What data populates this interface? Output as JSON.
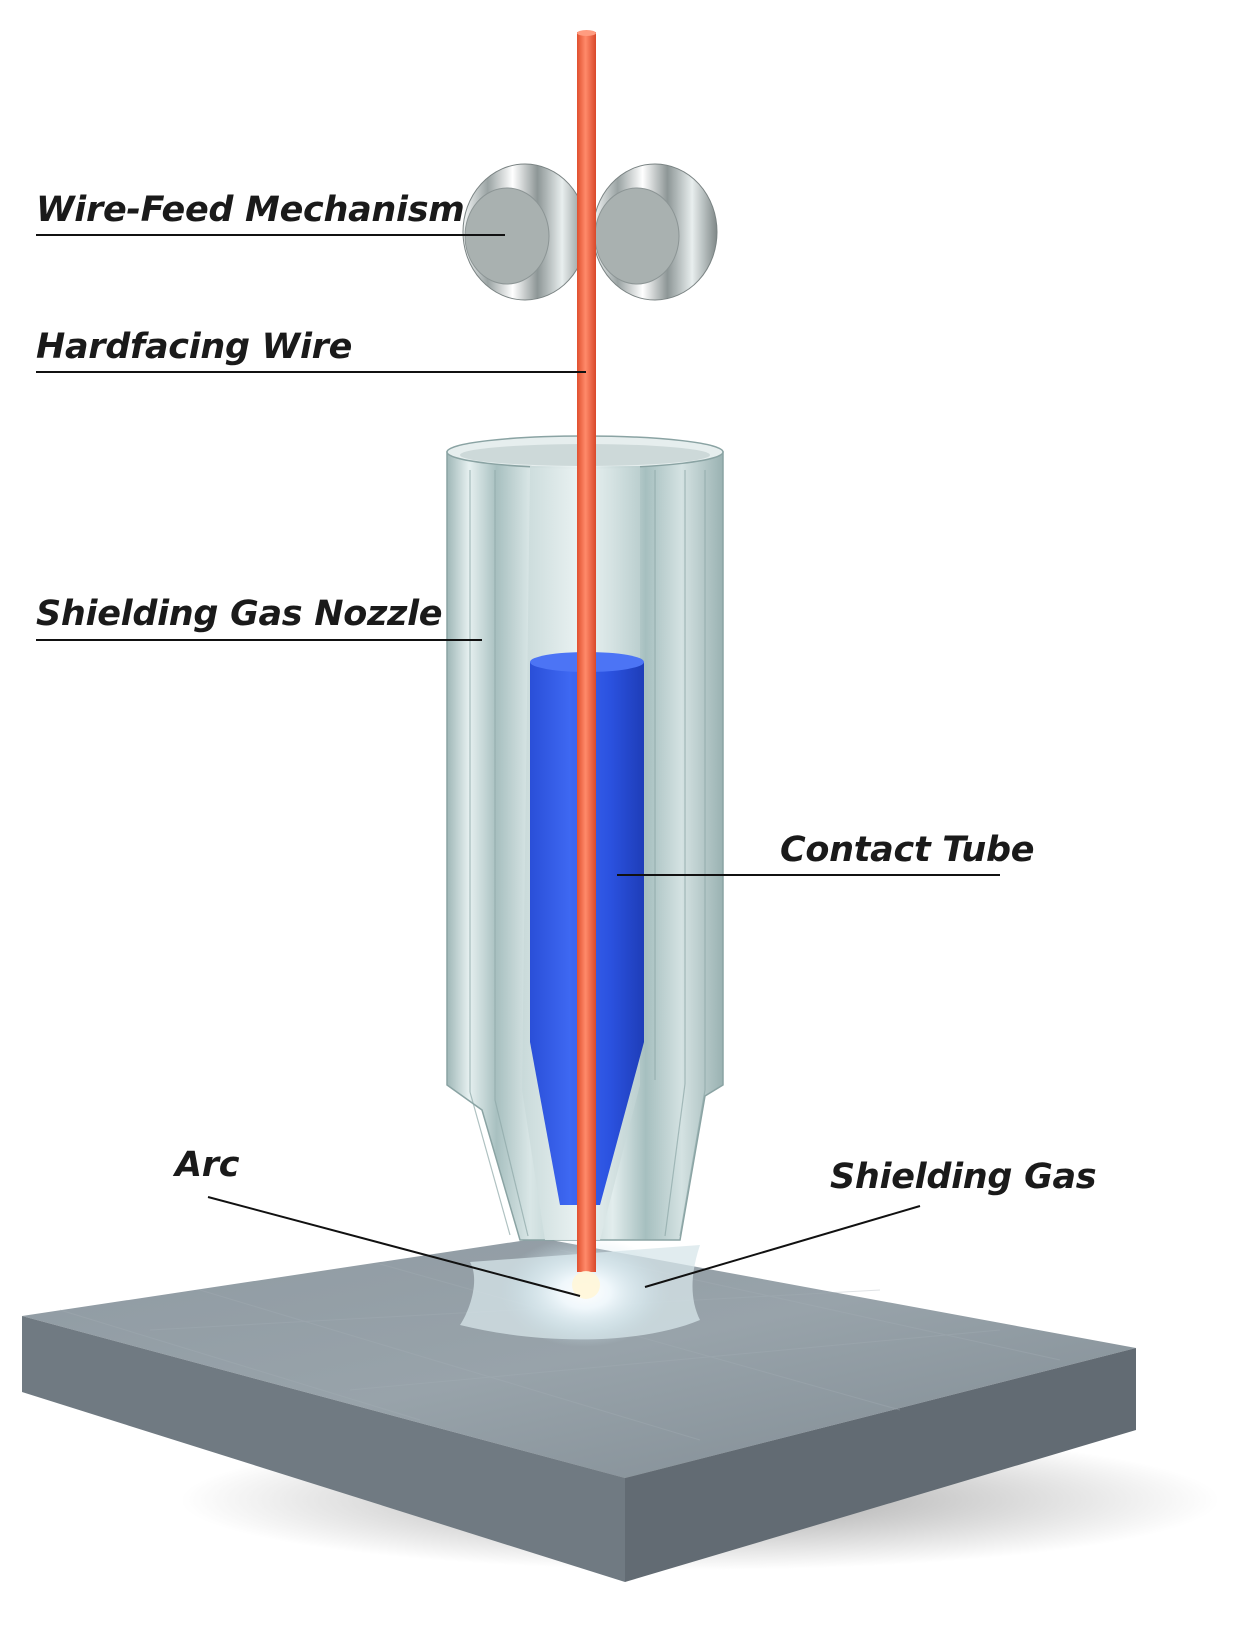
{
  "labels": {
    "wire_feed": "Wire-Feed Mechanism",
    "hardfacing_wire": "Hardfacing Wire",
    "shielding_gas_nozzle": "Shielding Gas Nozzle",
    "contact_tube": "Contact Tube",
    "arc": "Arc",
    "shielding_gas": "Shielding Gas"
  },
  "colors": {
    "wire": "#f26a4c",
    "contact_tube": "#2f56e6",
    "nozzle": "#bcd2d2",
    "plate_top": "#8a949c",
    "plate_side": "#6f7880",
    "roller": "#a9b1b0",
    "leader": "#111111"
  }
}
